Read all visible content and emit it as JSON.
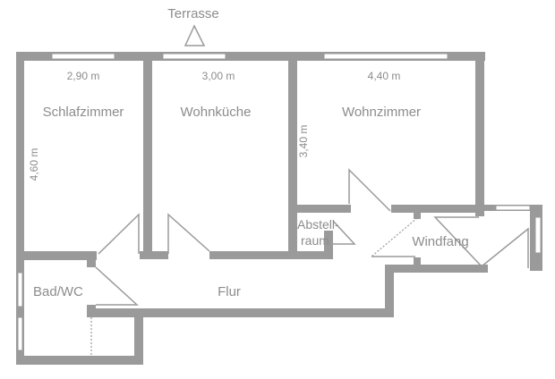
{
  "labels": {
    "terrace": "Terrasse",
    "rooms": {
      "bedroom": "Schlafzimmer",
      "kitchen": "Wohnküche",
      "living": "Wohnzimmer",
      "storage_1": "Abstell-",
      "storage_2": "raum",
      "vestibule": "Windfang",
      "bath": "Bad/WC",
      "hall": "Flur"
    },
    "dimensions": {
      "bedroom_width": "2,90 m",
      "kitchen_width": "3,00 m",
      "living_width": "4,40 m",
      "bedroom_depth": "4,60 m",
      "living_depth": "3,40 m"
    }
  },
  "colors": {
    "wall": "#9a9a9a",
    "text": "#8c8c8c"
  }
}
